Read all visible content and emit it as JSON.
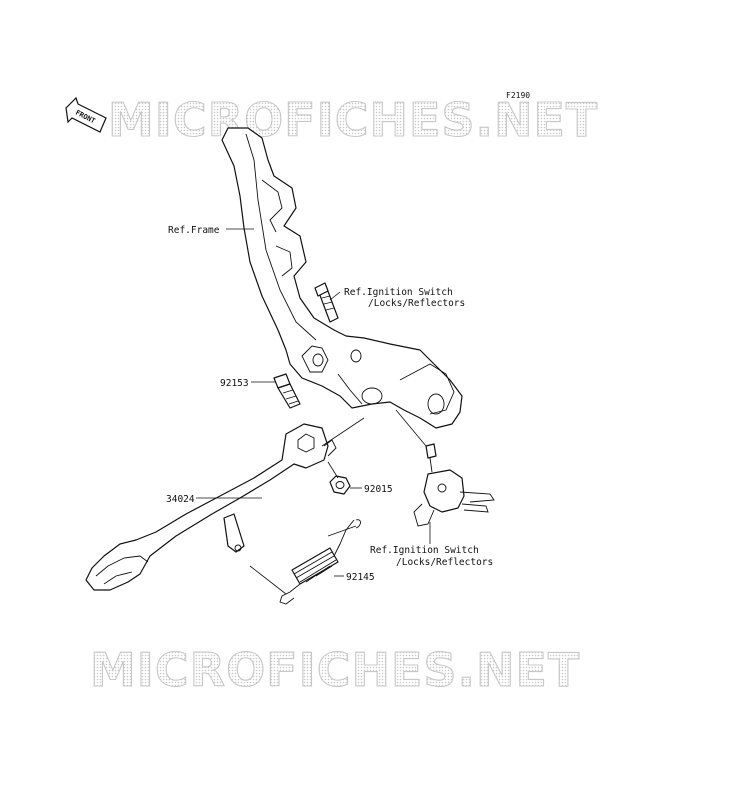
{
  "figure_code": "F2190",
  "watermark_text": "MICROFICHES.NET",
  "front_label": "FRONT",
  "callouts": {
    "frame": "Ref.Frame",
    "ignition_top_line1": "Ref.Ignition Switch",
    "ignition_top_line2": "/Locks/Reflectors",
    "bolt": "92153",
    "stand": "34024",
    "nut": "92015",
    "ignition_bottom_line1": "Ref.Ignition Switch",
    "ignition_bottom_line2": "/Locks/Reflectors",
    "spring": "92145"
  }
}
